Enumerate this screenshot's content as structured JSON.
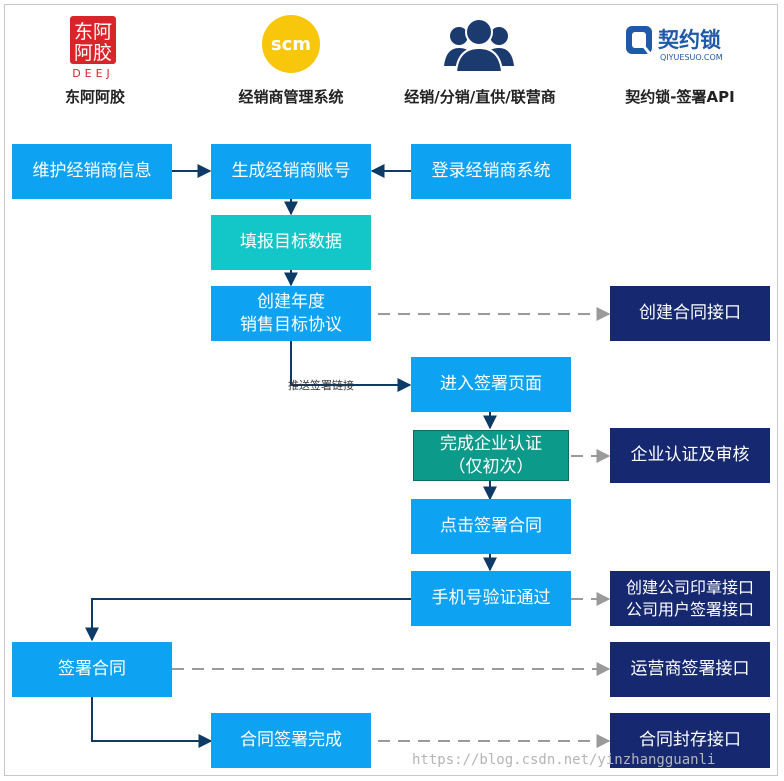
{
  "lanes": {
    "dongejiao": "东阿阿胶",
    "scm": "经销商管理系统",
    "dealers": "经销/分销/直供/联营商",
    "qiyuesuo": "契约锁-签署API"
  },
  "logos": {
    "dongejiao_top": "东阿",
    "dongejiao_mid": "阿胶",
    "dongejiao_sub": "DEEJ",
    "scm_text": "scm",
    "qiyuesuo_cn": "契约锁",
    "qiyuesuo_en": "QIYUESUO.COM",
    "qiyuesuo_q": "Q"
  },
  "boxes": {
    "maintain_dealer_info": "维护经销商信息",
    "generate_dealer_account": "生成经销商账号",
    "login_dealer_system": "登录经销商系统",
    "fill_target_data": "填报目标数据",
    "create_annual_line1": "创建年度",
    "create_annual_line2": "销售目标协议",
    "create_contract_api": "创建合同接口",
    "enter_sign_page": "进入签署页面",
    "enterprise_auth_line1": "完成企业认证",
    "enterprise_auth_line2": "（仅初次）",
    "enterprise_auth_review": "企业认证及审核",
    "click_sign_contract": "点击签署合同",
    "phone_verify": "手机号验证通过",
    "seal_api_line1": "创建公司印章接口",
    "seal_api_line2": "公司用户签署接口",
    "sign_contract": "签署合同",
    "operator_sign_api": "运营商签署接口",
    "contract_signed": "合同签署完成",
    "contract_archive_api": "合同封存接口"
  },
  "connector_labels": {
    "push_sign_link": "推送签署链接"
  },
  "watermark": "https://blog.csdn.net/yinzhangguanli",
  "colors": {
    "primary_blue": "#0ea2f3",
    "teal": "#13c6c8",
    "green": "#0c9a8a",
    "navy": "#16286f",
    "arrow": "#0e3a66",
    "dashed": "#9a9a9a",
    "scm_yellow": "#f8c60a",
    "dongejiao_red": "#d9252a"
  }
}
